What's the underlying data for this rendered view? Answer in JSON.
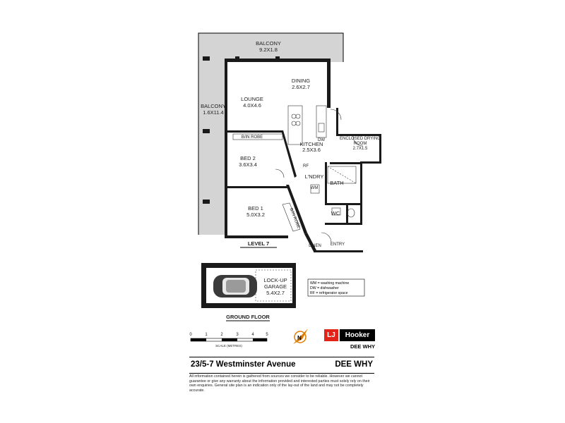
{
  "plan": {
    "rooms": {
      "balcony_top": {
        "name": "BALCONY",
        "dims": "9.2X1.8"
      },
      "balcony_left": {
        "name": "BALCONY",
        "dims": "1.6X11.4"
      },
      "lounge": {
        "name": "LOUNGE",
        "dims": "4.0X4.6"
      },
      "dining": {
        "name": "DINING",
        "dims": "2.6X2.7"
      },
      "kitchen": {
        "name": "KITCHEN",
        "dims": "2.5X3.6"
      },
      "drying": {
        "name": "ENCLOSED DRYING ROOM",
        "name_line1": "ENCLOSED DRYING",
        "name_line2": "ROOM",
        "dims": "2.7X1.5"
      },
      "bed2": {
        "name": "BED 2",
        "dims": "3.6X3.4"
      },
      "bed1": {
        "name": "BED 1",
        "dims": "5.0X3.2"
      },
      "garage": {
        "name_line1": "LOCK-UP",
        "name_line2": "GARAGE",
        "dims": "5.4X2.7"
      }
    },
    "small_labels": {
      "byn_robe_1": "B/IN ROBE",
      "byn_robe_2": "B/IN ROBE",
      "rf": "RF",
      "dw": "DW",
      "wm": "WM",
      "laundry": "L'NDRY",
      "bath": "BATH",
      "wc": "WC",
      "linen": "LINEN",
      "entry": "ENTRY"
    },
    "level_label": "LEVEL 7",
    "ground_label": "GROUND FLOOR",
    "legend": [
      "WM = washing machine",
      "DW = dishwasher",
      "RF = refrigerator space"
    ],
    "scale": {
      "ticks": [
        "0",
        "1",
        "2",
        "3",
        "4",
        "5"
      ],
      "caption": "SCALE (METRES)"
    }
  },
  "footer": {
    "address": "23/5-7 Westminster Avenue",
    "suburb": "DEE WHY",
    "disclaimer": "All information contained herein is gathered from sources we consider to be reliable. However we cannot guarantee or give any warranty about the information provided and interested parties must solely rely on their own enquiries. General site plan is an indication only of the lay-out of the land and may not be completely accurate."
  },
  "branding": {
    "agency_initials": "LJ",
    "agency_name": "Hooker",
    "office": "DEE WHY",
    "brand_color": "#e2231a"
  }
}
